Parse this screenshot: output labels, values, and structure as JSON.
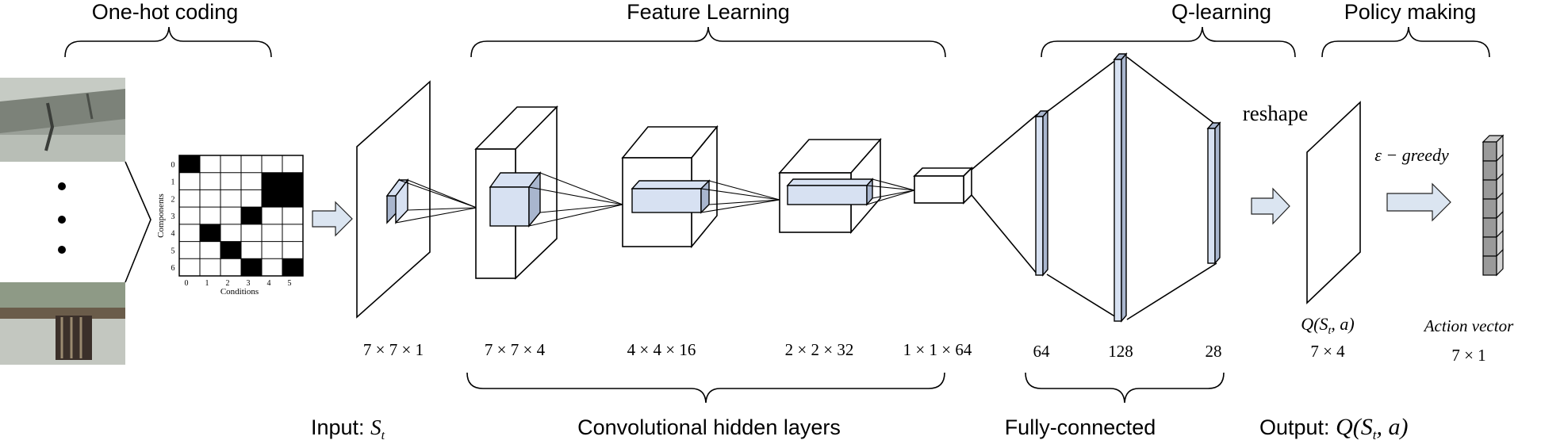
{
  "stages": {
    "one_hot": "One-hot coding",
    "feature_learning": "Feature Learning",
    "q_learning": "Q-learning",
    "policy_making": "Policy making"
  },
  "bottom_labels": {
    "input_prefix": "Input: ",
    "input_symbol": "S",
    "input_sub": "t",
    "conv_layers": "Convolutional hidden layers",
    "fully_connected": "Fully-connected",
    "output_prefix": "Output: ",
    "output_expr": "Q(S",
    "output_sub": "t",
    "output_suffix": ", a)"
  },
  "grid": {
    "rows": 7,
    "cols": 6,
    "row_ticks": [
      "0",
      "1",
      "2",
      "3",
      "4",
      "5",
      "6"
    ],
    "col_ticks": [
      "0",
      "1",
      "2",
      "3",
      "4",
      "5"
    ],
    "ylabel": "Components",
    "xlabel": "Conditions",
    "filled_cells": [
      [
        0,
        0
      ],
      [
        1,
        4
      ],
      [
        1,
        5
      ],
      [
        2,
        4
      ],
      [
        2,
        5
      ],
      [
        3,
        3
      ],
      [
        4,
        1
      ],
      [
        5,
        2
      ],
      [
        6,
        3
      ],
      [
        6,
        5
      ]
    ]
  },
  "dims": {
    "input": "7 × 7 × 1",
    "conv1": "7 × 7 × 4",
    "conv2": "4 × 4 × 16",
    "conv3": "2 × 2 × 32",
    "conv4": "1 × 1 × 64",
    "fc1": "64",
    "fc2": "128",
    "fc3": "28",
    "q_label": "Q(S",
    "q_sub": "t",
    "q_suffix": ", a)",
    "q_dims": "7 × 4",
    "action_label": "Action vector",
    "action_dims": "7 × 1"
  },
  "annotations": {
    "reshape": "reshape",
    "epsilon_greedy": "ε − greedy"
  },
  "colors": {
    "arrow_fill": "#dbe5f1",
    "kernel_fill": "#d7e1f2",
    "fc_fill": "#d7e1f2"
  }
}
